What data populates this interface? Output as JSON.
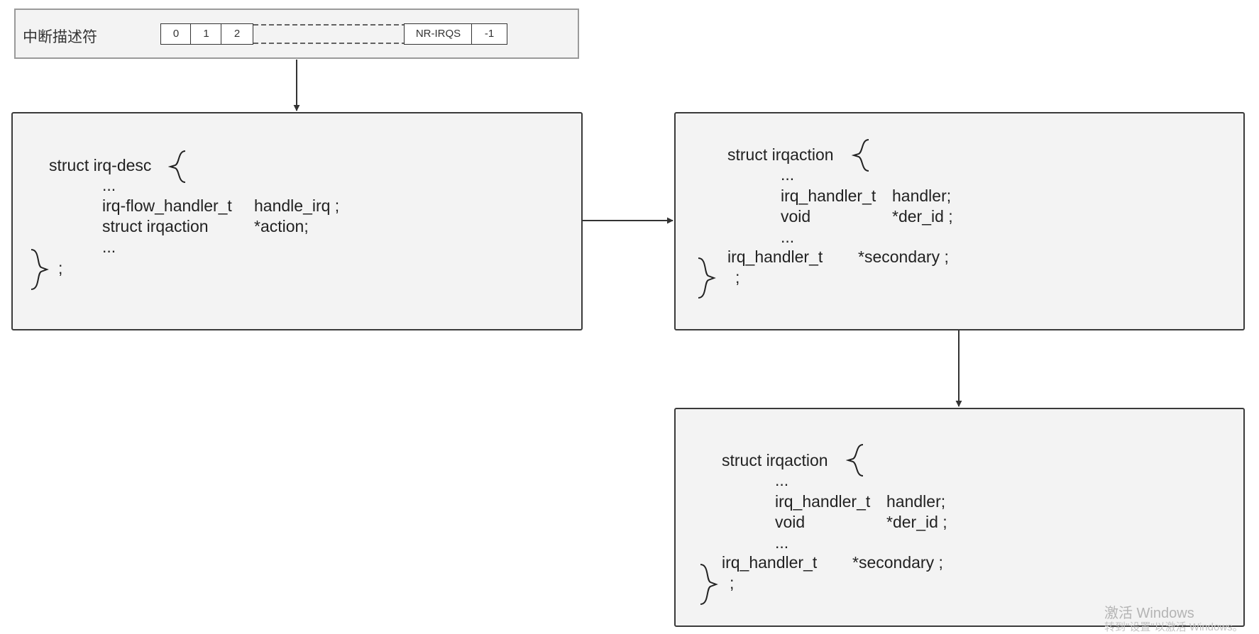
{
  "vector": {
    "label": "中断描述符",
    "cells": [
      "0",
      "1",
      "2",
      "NR-IRQS",
      "-1"
    ]
  },
  "irq_desc": {
    "title": "struct irq-desc",
    "line1": "...",
    "line2_type": "irq-flow_handler_t",
    "line2_name": "handle_irq ;",
    "line3_type": "struct irqaction",
    "line3_name": "*action;",
    "line4": "...",
    "close": ";"
  },
  "irqaction_1": {
    "title": "struct irqaction",
    "line1": "...",
    "line2_type": "irq_handler_t",
    "line2_name": "handler;",
    "line3_type": "void",
    "line3_name": "*der_id ;",
    "line4": "...",
    "line5_type": "irq_handler_t",
    "line5_name": "*secondary ;",
    "close": ";"
  },
  "irqaction_2": {
    "title": "struct irqaction",
    "line1": "...",
    "line2_type": "irq_handler_t",
    "line2_name": "handler;",
    "line3_type": "void",
    "line3_name": "*der_id ;",
    "line4": "...",
    "line5_type": "irq_handler_t",
    "line5_name": "*secondary ;",
    "close": ";"
  },
  "watermark": {
    "line1": "激活 Windows",
    "line2": "转到\"设置\"以激活 Windows。"
  }
}
